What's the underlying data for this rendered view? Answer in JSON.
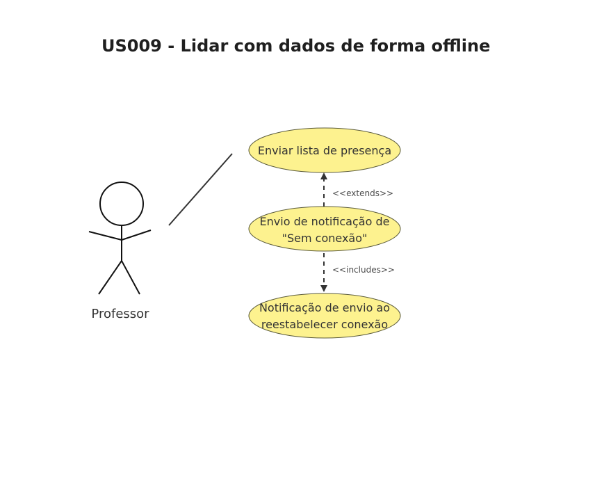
{
  "diagram": {
    "title": "US009 - Lidar com dados de forma offline",
    "actor": {
      "label": "Professor"
    },
    "use_cases": [
      {
        "lines": [
          "Enviar lista de presença"
        ]
      },
      {
        "lines": [
          "Envio de notificação de",
          "\"Sem conexão\""
        ]
      },
      {
        "lines": [
          "Notificação de envio ao",
          "reestabelecer conexão"
        ]
      }
    ],
    "relations": [
      {
        "label": "<<extends>>"
      },
      {
        "label": "<<includes>>"
      }
    ],
    "colors": {
      "use_case_fill": "#fdf28f",
      "use_case_stroke": "#5a5a3a",
      "line": "#333333"
    }
  }
}
